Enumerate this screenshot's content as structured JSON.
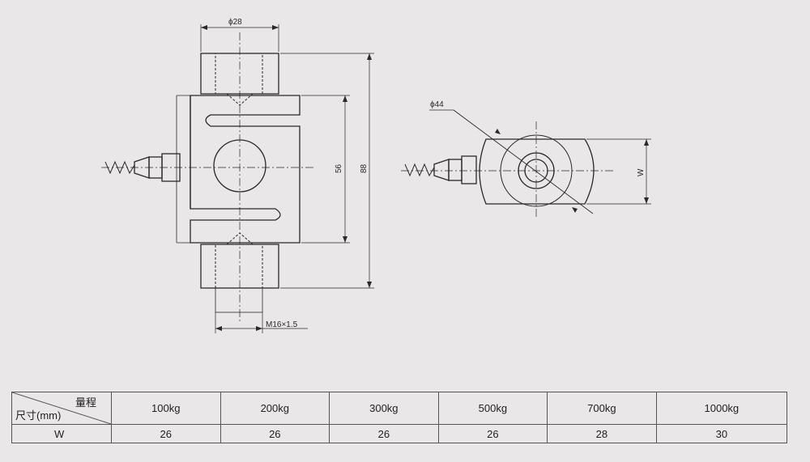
{
  "drawing": {
    "dim_top_diameter": "ϕ28",
    "dim_inner_height": "56",
    "dim_total_height": "88",
    "dim_thread": "M16×1.5",
    "dim_diameter_side": "ϕ44",
    "dim_width": "W"
  },
  "table": {
    "header_range_label": "量程",
    "header_size_label": "尺寸(mm)",
    "capacities": [
      "100kg",
      "200kg",
      "300kg",
      "500kg",
      "700kg",
      "1000kg"
    ],
    "row_label": "W",
    "w_values": [
      "26",
      "26",
      "26",
      "26",
      "28",
      "30"
    ]
  }
}
